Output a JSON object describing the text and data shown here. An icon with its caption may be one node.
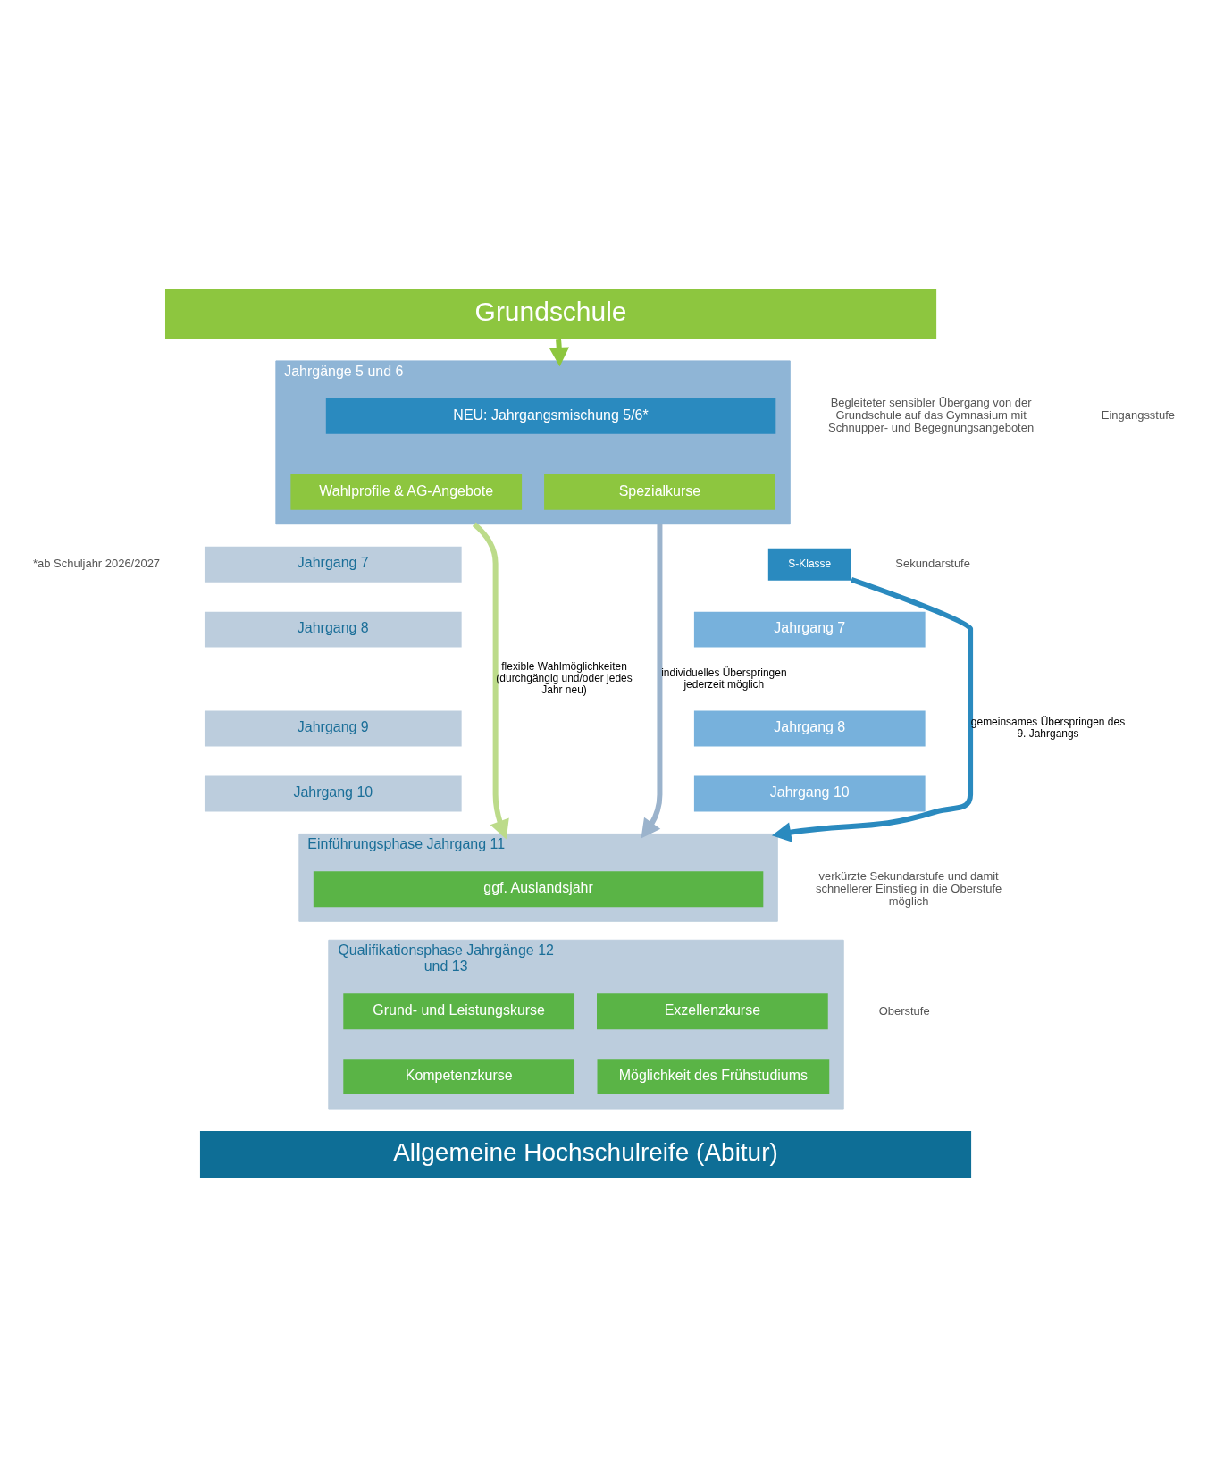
{
  "diagram": {
    "nodes": [
      {
        "text": [
          "Grundschule"
        ]
      },
      {
        "text": [
          "Jahrgänge 5 und 6"
        ]
      },
      {
        "text": [
          "NEU: Jahrgangsmischung 5/6*"
        ],
        "in": 1
      },
      {
        "text": [
          "Wahlprofile & AG-Angebote"
        ],
        "in": 1
      },
      {
        "text": [
          "Spezialkurse"
        ],
        "in": 1
      },
      {
        "text": [
          "Jahrgang 7"
        ]
      },
      {
        "text": [
          "Jahrgang 8"
        ]
      },
      {
        "text": [
          "Jahrgang 9"
        ]
      },
      {
        "text": [
          "Jahrgang 10"
        ]
      },
      {
        "text": [
          "Jahrgang 7"
        ]
      },
      {
        "text": [
          "Jahrgang 8"
        ]
      },
      {
        "text": [
          "Jahrgang 10"
        ]
      },
      {
        "text": [
          "S-Klasse"
        ]
      },
      {
        "text": [
          "Einführungsphase Jahrgang 11"
        ]
      },
      {
        "text": [
          "ggf. Auslandsjahr"
        ],
        "in": 13
      },
      {
        "text": [
          "Qualifikationsphase Jahrgänge 12 und 13"
        ]
      },
      {
        "text": [
          "Grund- und Leistungskurse"
        ],
        "in": 15
      },
      {
        "text": [
          "Exzellenzkurse"
        ],
        "in": 15
      },
      {
        "text": [
          "Kompetenzkurse"
        ],
        "in": 15
      },
      {
        "text": [
          "Möglichkeit des Frühstudiums"
        ],
        "in": 15
      },
      {
        "text": [
          "Allgemeine Hochschulreife (Abitur)"
        ]
      }
    ],
    "edges": [
      {
        "from": 0,
        "to": 1,
        "arrow": "to",
        "color": "#8dc63f"
      },
      {
        "from": 1,
        "to": 13,
        "arrow": "to",
        "label": "flexible Wahlmöglichkeiten (durchgängig und/oder jedes Jahr neu)",
        "color": "#bcdb8a"
      },
      {
        "from": 1,
        "to": 13,
        "arrow": "to",
        "label": "individuelles Überspringen jederzeit möglich",
        "color": "#9bb3cc"
      },
      {
        "from": 12,
        "to": 13,
        "arrow": "to",
        "label": "gemeinsames Überspringen des 9. Jahrgangs",
        "color": "#2a8abf"
      }
    ],
    "labels": [
      "Begleiteter sensibler Übergang von der Grundschule auf das Gymnasium mit Schnupper- und Begegnungsangeboten",
      "Eingangsstufe",
      "*ab Schuljahr 2026/2027",
      "Sekundarstufe",
      "verkürzte Sekundarstufe und damit schnellerer Einstieg in die Oberstufe möglich",
      "Oberstufe"
    ]
  }
}
